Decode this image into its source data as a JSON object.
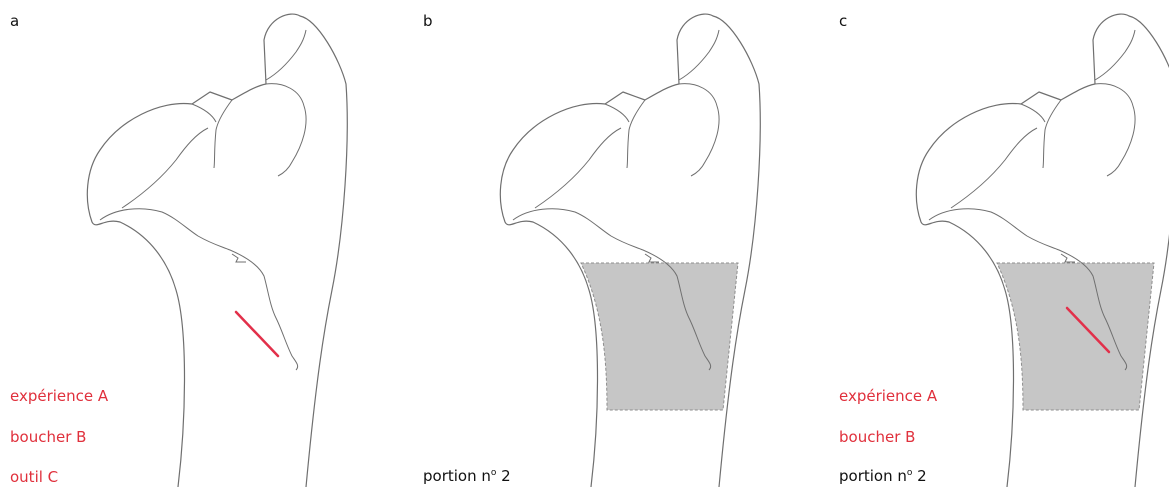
{
  "panels": [
    {
      "letter": "a",
      "labels": [
        "expérience A",
        "boucher B",
        "outil C"
      ]
    },
    {
      "letter": "b",
      "labels": [
        "portion n",
        "o",
        " 2"
      ]
    },
    {
      "letter": "c",
      "labels": [
        "expérience A",
        "boucher B",
        "portion n",
        "o",
        " 2"
      ]
    }
  ],
  "colors": {
    "annotation": "#e0303c",
    "mark": "#e2304a",
    "shaded_zone": "#c6c6c6",
    "outline": "#6f6f6f"
  }
}
